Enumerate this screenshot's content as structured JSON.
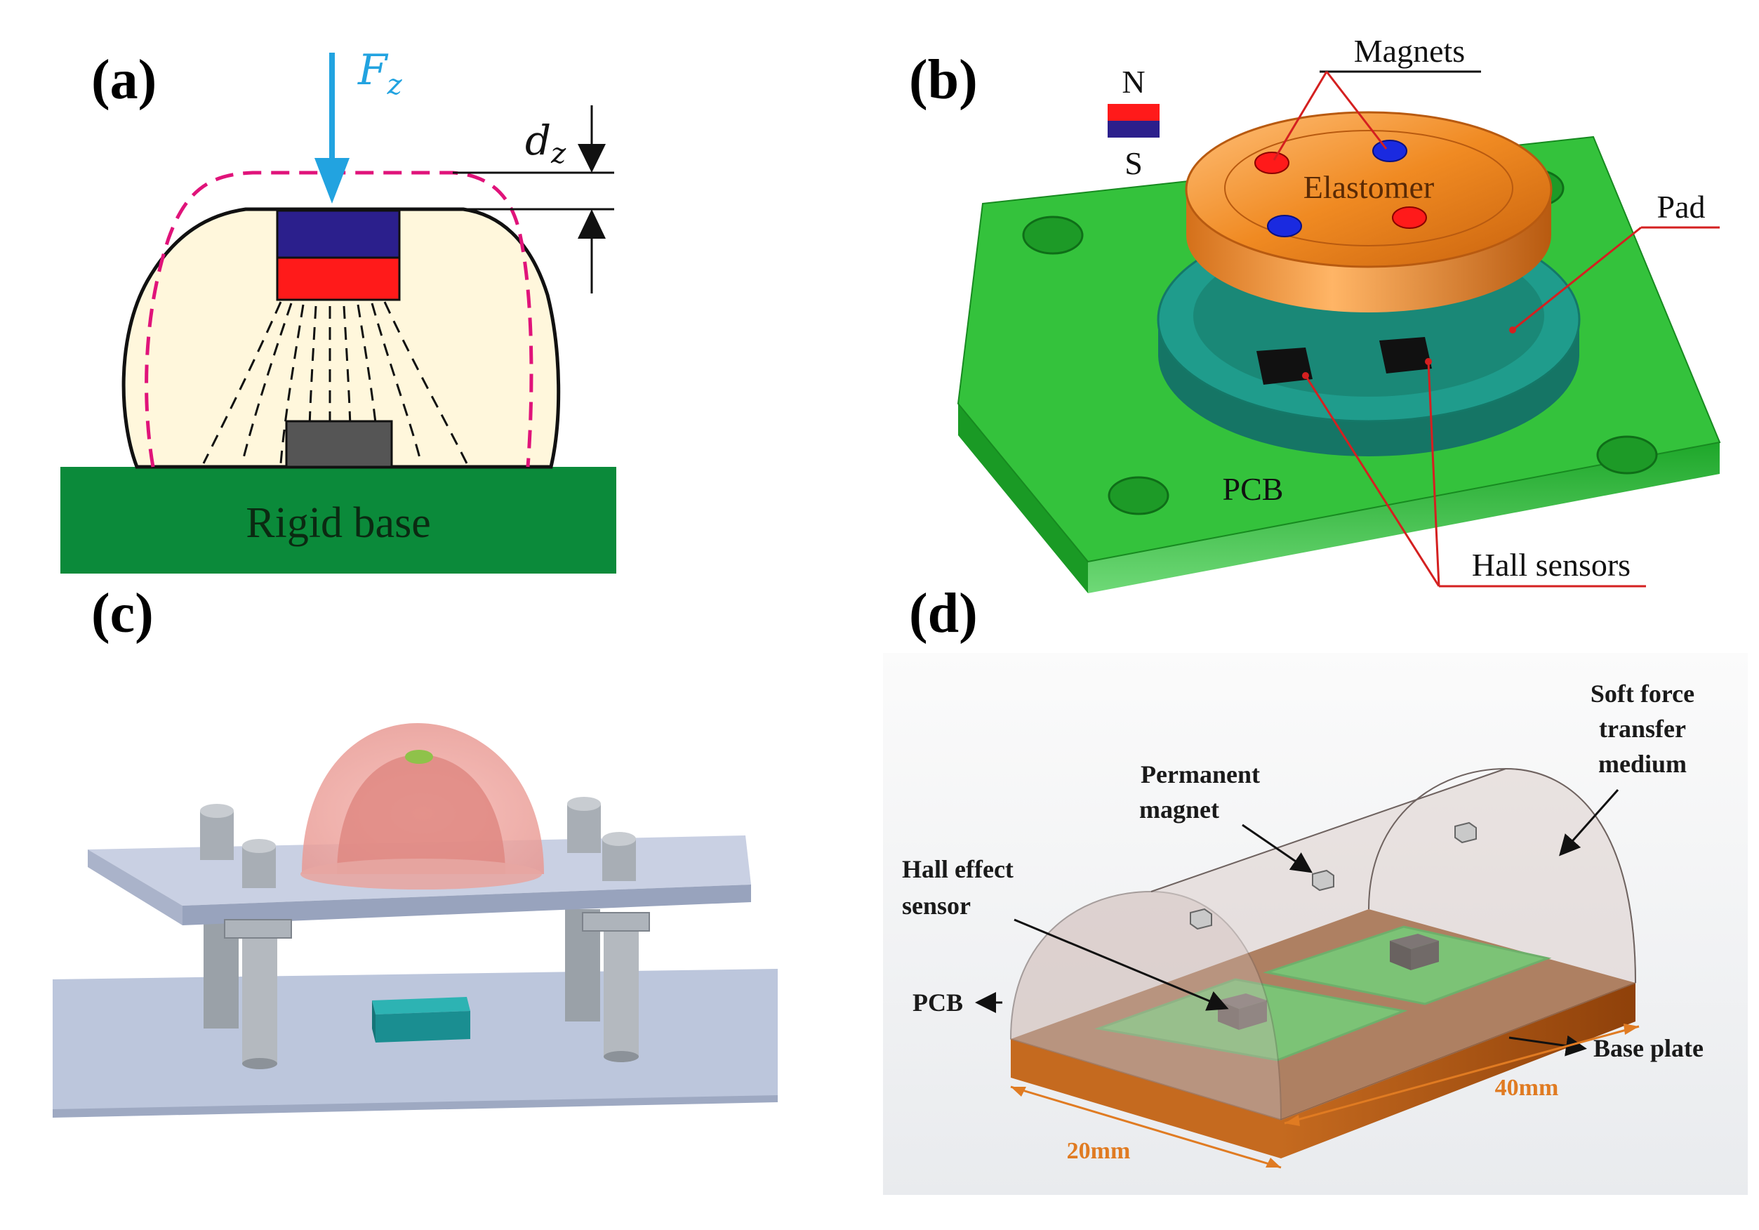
{
  "panels": {
    "a": {
      "label": "(a)",
      "force_symbol": "F",
      "force_subscript": "z",
      "disp_symbol": "d",
      "disp_subscript": "z",
      "base_label": "Rigid base"
    },
    "b": {
      "label": "(b)",
      "legend_n": "N",
      "legend_s": "S",
      "magnets": "Magnets",
      "elastomer": "Elastomer",
      "pad": "Pad",
      "pcb": "PCB",
      "hall": "Hall sensors"
    },
    "c": {
      "label": "(c)"
    },
    "d": {
      "label": "(d)",
      "soft_line1": "Soft force",
      "soft_line2": "transfer",
      "soft_line3": "medium",
      "magnet_line1": "Permanent",
      "magnet_line2": "magnet",
      "hall_line1": "Hall effect",
      "hall_line2": "sensor",
      "pcb": "PCB",
      "base": "Base plate",
      "dim_length": "40mm",
      "dim_width": "20mm"
    }
  },
  "colors": {
    "force_arrow": "#22a3e0",
    "north": "#ff1a1a",
    "south": "#2b1f8c",
    "rigid_base": "#0b8a3a",
    "elastomer_body": "#fff7dc",
    "deformed_outline": "#e0137a",
    "pcb_green": "#2fc33a",
    "elastomer_orange": "#f08a22",
    "pad_teal": "#1f9c8c",
    "leader_red": "#d42020",
    "dim_orange": "#e07b22",
    "base_brown": "#a24d0c"
  }
}
